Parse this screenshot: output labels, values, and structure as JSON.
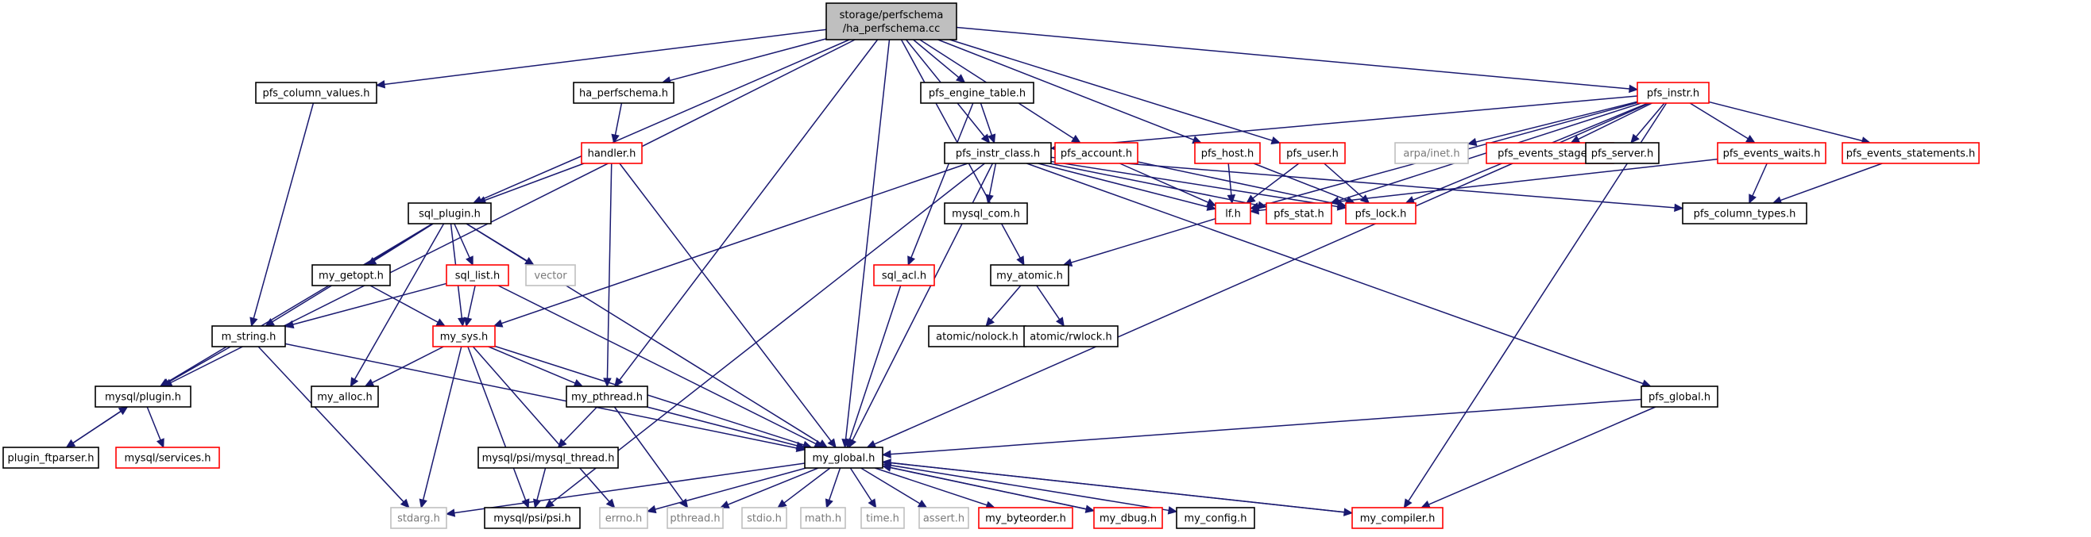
{
  "title": "",
  "colors": {
    "edge": "#191970",
    "root_fill": "#bfbfbf",
    "root_border": "#000000",
    "normal_border": "#000000",
    "red_border": "#ff0000",
    "gray_border": "#bfbfbf",
    "gray_text": "#7a7a7a",
    "text": "#000000"
  },
  "nodes": {
    "root": {
      "lines": [
        "storage/perfschema",
        "/ha_perfschema.cc"
      ],
      "style": "root"
    },
    "pfs_column_values": {
      "lines": [
        "pfs_column_values.h"
      ],
      "style": "normal"
    },
    "ha_perfschema": {
      "lines": [
        "ha_perfschema.h"
      ],
      "style": "normal"
    },
    "pfs_engine_table": {
      "lines": [
        "pfs_engine_table.h"
      ],
      "style": "normal"
    },
    "pfs_instr": {
      "lines": [
        "pfs_instr.h"
      ],
      "style": "red"
    },
    "handler": {
      "lines": [
        "handler.h"
      ],
      "style": "red"
    },
    "pfs_instr_class": {
      "lines": [
        "pfs_instr_class.h"
      ],
      "style": "normal"
    },
    "pfs_account": {
      "lines": [
        "pfs_account.h"
      ],
      "style": "red"
    },
    "pfs_host": {
      "lines": [
        "pfs_host.h"
      ],
      "style": "red"
    },
    "pfs_user": {
      "lines": [
        "pfs_user.h"
      ],
      "style": "red"
    },
    "arpa_inet": {
      "lines": [
        "arpa/inet.h"
      ],
      "style": "gray"
    },
    "pfs_events_stages": {
      "lines": [
        "pfs_events_stages.h"
      ],
      "style": "red"
    },
    "pfs_server": {
      "lines": [
        "pfs_server.h"
      ],
      "style": "normal"
    },
    "pfs_events_waits": {
      "lines": [
        "pfs_events_waits.h"
      ],
      "style": "red"
    },
    "pfs_events_statements": {
      "lines": [
        "pfs_events_statements.h"
      ],
      "style": "red"
    },
    "sql_plugin": {
      "lines": [
        "sql_plugin.h"
      ],
      "style": "normal"
    },
    "mysql_com": {
      "lines": [
        "mysql_com.h"
      ],
      "style": "normal"
    },
    "lf": {
      "lines": [
        "lf.h"
      ],
      "style": "red"
    },
    "pfs_stat": {
      "lines": [
        "pfs_stat.h"
      ],
      "style": "red"
    },
    "pfs_lock": {
      "lines": [
        "pfs_lock.h"
      ],
      "style": "red"
    },
    "pfs_column_types": {
      "lines": [
        "pfs_column_types.h"
      ],
      "style": "normal"
    },
    "my_getopt": {
      "lines": [
        "my_getopt.h"
      ],
      "style": "normal"
    },
    "sql_list": {
      "lines": [
        "sql_list.h"
      ],
      "style": "red"
    },
    "vector": {
      "lines": [
        "vector"
      ],
      "style": "gray"
    },
    "sql_acl": {
      "lines": [
        "sql_acl.h"
      ],
      "style": "red"
    },
    "my_atomic": {
      "lines": [
        "my_atomic.h"
      ],
      "style": "normal"
    },
    "m_string": {
      "lines": [
        "m_string.h"
      ],
      "style": "normal"
    },
    "my_sys": {
      "lines": [
        "my_sys.h"
      ],
      "style": "red"
    },
    "atomic_nolock": {
      "lines": [
        "atomic/nolock.h"
      ],
      "style": "normal"
    },
    "atomic_rwlock": {
      "lines": [
        "atomic/rwlock.h"
      ],
      "style": "normal"
    },
    "mysql_plugin": {
      "lines": [
        "mysql/plugin.h"
      ],
      "style": "normal"
    },
    "my_alloc": {
      "lines": [
        "my_alloc.h"
      ],
      "style": "normal"
    },
    "my_pthread": {
      "lines": [
        "my_pthread.h"
      ],
      "style": "normal"
    },
    "pfs_global": {
      "lines": [
        "pfs_global.h"
      ],
      "style": "normal"
    },
    "plugin_ftparser": {
      "lines": [
        "plugin_ftparser.h"
      ],
      "style": "normal"
    },
    "mysql_services": {
      "lines": [
        "mysql/services.h"
      ],
      "style": "red"
    },
    "mysql_psi_thread": {
      "lines": [
        "mysql/psi/mysql_thread.h"
      ],
      "style": "normal"
    },
    "my_global": {
      "lines": [
        "my_global.h"
      ],
      "style": "normal"
    },
    "stdarg": {
      "lines": [
        "stdarg.h"
      ],
      "style": "gray"
    },
    "mysql_psi_psi": {
      "lines": [
        "mysql/psi/psi.h"
      ],
      "style": "normal"
    },
    "errno": {
      "lines": [
        "errno.h"
      ],
      "style": "gray"
    },
    "pthread": {
      "lines": [
        "pthread.h"
      ],
      "style": "gray"
    },
    "stdio": {
      "lines": [
        "stdio.h"
      ],
      "style": "gray"
    },
    "math": {
      "lines": [
        "math.h"
      ],
      "style": "gray"
    },
    "time": {
      "lines": [
        "time.h"
      ],
      "style": "gray"
    },
    "assert": {
      "lines": [
        "assert.h"
      ],
      "style": "gray"
    },
    "my_byteorder": {
      "lines": [
        "my_byteorder.h"
      ],
      "style": "red"
    },
    "my_dbug": {
      "lines": [
        "my_dbug.h"
      ],
      "style": "red"
    },
    "my_config": {
      "lines": [
        "my_config.h"
      ],
      "style": "normal"
    },
    "my_compiler": {
      "lines": [
        "my_compiler.h"
      ],
      "style": "red"
    }
  },
  "edges": [
    [
      "root",
      "pfs_column_values"
    ],
    [
      "root",
      "ha_perfschema"
    ],
    [
      "root",
      "pfs_engine_table"
    ],
    [
      "root",
      "pfs_instr"
    ],
    [
      "root",
      "pfs_instr_class"
    ],
    [
      "root",
      "pfs_account"
    ],
    [
      "root",
      "pfs_host"
    ],
    [
      "root",
      "pfs_user"
    ],
    [
      "root",
      "sql_plugin"
    ],
    [
      "root",
      "mysql_plugin"
    ],
    [
      "root",
      "my_pthread"
    ],
    [
      "root",
      "my_global"
    ],
    [
      "root",
      "my_atomic"
    ],
    [
      "pfs_column_values",
      "m_string"
    ],
    [
      "ha_perfschema",
      "handler"
    ],
    [
      "handler",
      "sql_plugin"
    ],
    [
      "handler",
      "my_pthread"
    ],
    [
      "handler",
      "my_global"
    ],
    [
      "pfs_engine_table",
      "pfs_instr_class"
    ],
    [
      "pfs_engine_table",
      "sql_acl"
    ],
    [
      "sql_acl",
      "my_global"
    ],
    [
      "pfs_instr",
      "pfs_instr_class"
    ],
    [
      "pfs_instr",
      "arpa_inet"
    ],
    [
      "pfs_instr",
      "pfs_events_stages"
    ],
    [
      "pfs_instr",
      "pfs_server"
    ],
    [
      "pfs_instr",
      "pfs_events_waits"
    ],
    [
      "pfs_instr",
      "pfs_events_statements"
    ],
    [
      "pfs_instr",
      "lf"
    ],
    [
      "pfs_instr",
      "pfs_stat"
    ],
    [
      "pfs_instr",
      "pfs_lock"
    ],
    [
      "pfs_instr",
      "my_global"
    ],
    [
      "pfs_instr",
      "my_compiler"
    ],
    [
      "pfs_instr_class",
      "mysql_com"
    ],
    [
      "pfs_instr_class",
      "lf"
    ],
    [
      "pfs_instr_class",
      "pfs_stat"
    ],
    [
      "pfs_instr_class",
      "pfs_lock"
    ],
    [
      "pfs_instr_class",
      "pfs_column_types"
    ],
    [
      "pfs_instr_class",
      "pfs_global"
    ],
    [
      "pfs_instr_class",
      "my_sys"
    ],
    [
      "pfs_instr_class",
      "mysql_psi_psi"
    ],
    [
      "pfs_instr_class",
      "my_global"
    ],
    [
      "pfs_account",
      "lf"
    ],
    [
      "pfs_account",
      "pfs_lock"
    ],
    [
      "pfs_host",
      "lf"
    ],
    [
      "pfs_host",
      "pfs_lock"
    ],
    [
      "pfs_user",
      "lf"
    ],
    [
      "pfs_user",
      "pfs_lock"
    ],
    [
      "pfs_events_waits",
      "pfs_column_types"
    ],
    [
      "pfs_events_waits",
      "lf"
    ],
    [
      "pfs_events_statements",
      "pfs_column_types"
    ],
    [
      "lf",
      "my_atomic"
    ],
    [
      "my_atomic",
      "atomic_nolock"
    ],
    [
      "my_atomic",
      "atomic_rwlock"
    ],
    [
      "sql_plugin",
      "my_getopt"
    ],
    [
      "sql_plugin",
      "sql_list"
    ],
    [
      "sql_plugin",
      "vector"
    ],
    [
      "sql_plugin",
      "m_string"
    ],
    [
      "sql_plugin",
      "mysql_plugin"
    ],
    [
      "sql_plugin",
      "my_alloc"
    ],
    [
      "sql_plugin",
      "my_sys"
    ],
    [
      "sql_plugin",
      "my_global"
    ],
    [
      "my_getopt",
      "my_sys"
    ],
    [
      "sql_list",
      "my_sys"
    ],
    [
      "sql_list",
      "m_string"
    ],
    [
      "sql_list",
      "my_global"
    ],
    [
      "m_string",
      "mysql_plugin"
    ],
    [
      "m_string",
      "stdarg"
    ],
    [
      "m_string",
      "my_global"
    ],
    [
      "mysql_plugin",
      "plugin_ftparser"
    ],
    [
      "plugin_ftparser",
      "mysql_plugin"
    ],
    [
      "mysql_plugin",
      "mysql_services"
    ],
    [
      "my_sys",
      "my_alloc"
    ],
    [
      "my_sys",
      "my_pthread"
    ],
    [
      "my_sys",
      "stdarg"
    ],
    [
      "my_sys",
      "mysql_psi_psi"
    ],
    [
      "my_sys",
      "errno"
    ],
    [
      "my_sys",
      "my_global"
    ],
    [
      "my_pthread",
      "mysql_psi_thread"
    ],
    [
      "my_pthread",
      "pthread"
    ],
    [
      "my_pthread",
      "my_global"
    ],
    [
      "mysql_psi_thread",
      "mysql_psi_psi"
    ],
    [
      "pfs_global",
      "my_global"
    ],
    [
      "pfs_global",
      "my_compiler"
    ],
    [
      "my_global",
      "stdarg"
    ],
    [
      "my_global",
      "errno"
    ],
    [
      "my_global",
      "pthread"
    ],
    [
      "my_global",
      "stdio"
    ],
    [
      "my_global",
      "math"
    ],
    [
      "my_global",
      "time"
    ],
    [
      "my_global",
      "assert"
    ],
    [
      "my_global",
      "my_byteorder"
    ],
    [
      "my_global",
      "my_dbug"
    ],
    [
      "my_global",
      "my_config"
    ],
    [
      "my_global",
      "my_compiler"
    ],
    [
      "my_dbug",
      "my_global"
    ],
    [
      "my_compiler",
      "my_global"
    ]
  ]
}
